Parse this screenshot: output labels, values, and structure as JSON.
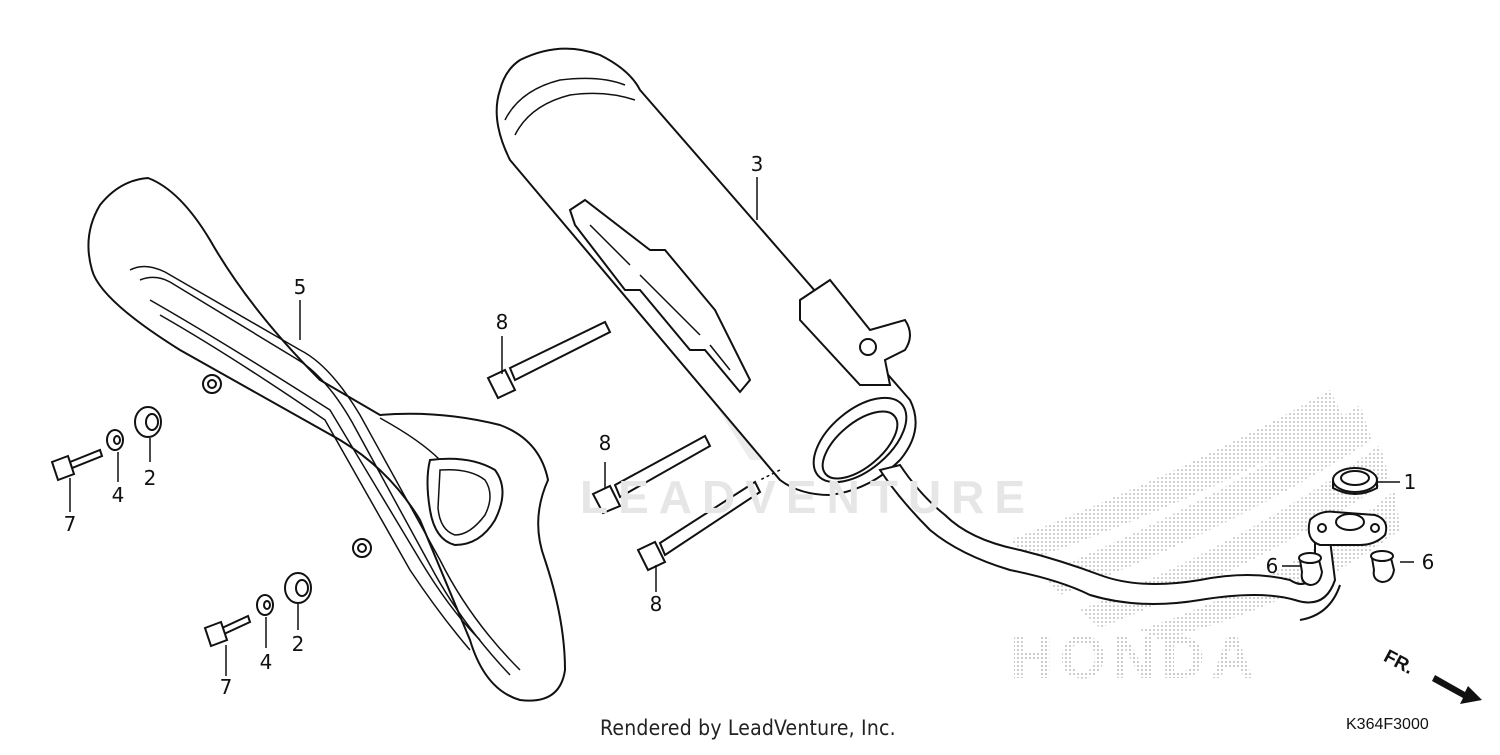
{
  "diagram": {
    "footer_credit": "Rendered by LeadVenture, Inc.",
    "reference_code": "K364F3000",
    "watermark_text": "LEADVENTURE",
    "brand_watermark_text": "HONDA",
    "direction_label": "FR.",
    "callouts": {
      "gasket": "1",
      "rubber_left_upper": "2",
      "rubber_left_lower": "2",
      "muffler": "3",
      "washer_left_upper": "4",
      "washer_left_lower": "4",
      "protector": "5",
      "nut_left": "6",
      "nut_right": "6",
      "bolt_left_upper": "7",
      "bolt_left_lower": "7",
      "bolt_muffler_top": "8",
      "bolt_muffler_middle": "8",
      "bolt_muffler_bottom": "8"
    },
    "colors": {
      "line": "#111111",
      "background": "#ffffff",
      "watermark": "#e6e6e6",
      "brand_dots": "#bdbdbd"
    }
  }
}
